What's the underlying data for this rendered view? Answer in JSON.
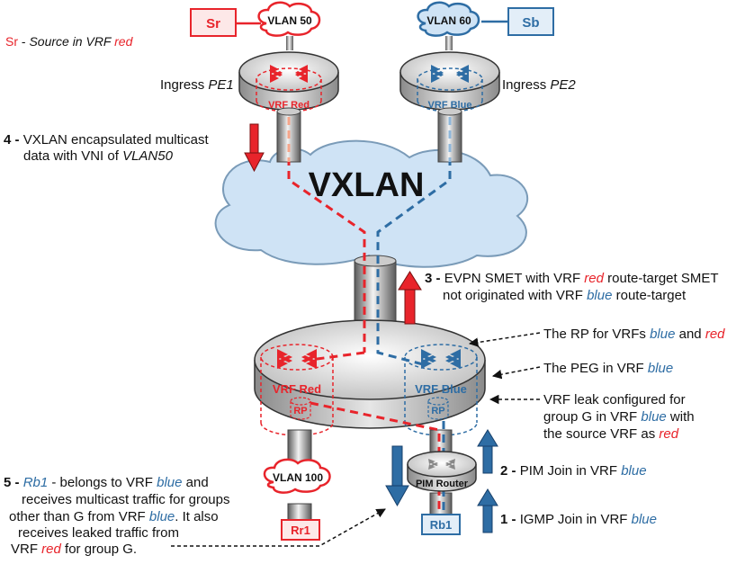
{
  "colors": {
    "red": "#e8242b",
    "blue": "#2e6da4",
    "cloud": "#cfe3f5",
    "gray": "#d9d9d9"
  },
  "nodes": {
    "sr": "Sr",
    "sb": "Sb",
    "vlan50": "VLAN 50",
    "vlan60": "VLAN 60",
    "vlan100": "VLAN 100",
    "rr1": "Rr1",
    "rb1": "Rb1",
    "vxlan": "VXLAN",
    "vrf_red_pe1": "VRF Red",
    "vrf_blue_pe2": "VRF Blue",
    "vrf_red_peg": "VRF Red",
    "vrf_blue_peg": "VRF Blue",
    "rp_red": "RP",
    "rp_blue": "RP",
    "pim_router": "PIM Router"
  },
  "legend": {
    "sr": "Sr",
    "dash": " - ",
    "text": "Source in VRF ",
    "vrf": "red"
  },
  "pe1": {
    "prefix": "Ingress ",
    "name": "PE1"
  },
  "pe2": {
    "prefix": "Ingress ",
    "name": "PE2"
  },
  "step4": {
    "num": "4 -",
    "line1": "VXLAN encapsulated multicast",
    "line2a": "data with VNI of ",
    "line2b": "VLAN50"
  },
  "step3": {
    "num": "3 -",
    "l1a": "EVPN SMET with VRF ",
    "l1b": "red",
    "l1c": " route-target SMET",
    "l2a": "not originated with VRF ",
    "l2b": "blue",
    "l2c": " route-target"
  },
  "rp_note": {
    "a": "The RP for VRFs ",
    "b": "blue",
    "c": " and ",
    "d": "red"
  },
  "peg_note": {
    "a": "The PEG in VRF ",
    "b": "blue"
  },
  "leak_note": {
    "l1": "VRF leak configured for",
    "l2a": "group G in VRF ",
    "l2b": "blue",
    "l2c": " with",
    "l3a": "the source VRF as ",
    "l3b": "red"
  },
  "step2": {
    "num": "2 -",
    "a": "PIM Join in VRF ",
    "b": "blue"
  },
  "step1": {
    "num": "1 -",
    "a": "IGMP Join in VRF ",
    "b": "blue"
  },
  "step5": {
    "num": "5 -",
    "l1a": "Rb1",
    "l1b": " - belongs to VRF ",
    "l1c": "blue",
    "l1d": " and",
    "l2": "receives multicast traffic for groups",
    "l3a": "other than G from VRF ",
    "l3b": "blue",
    "l3c": ". It also",
    "l4": "receives leaked traffic from",
    "l5a": "VRF ",
    "l5b": "red",
    "l5c": " for group G."
  }
}
